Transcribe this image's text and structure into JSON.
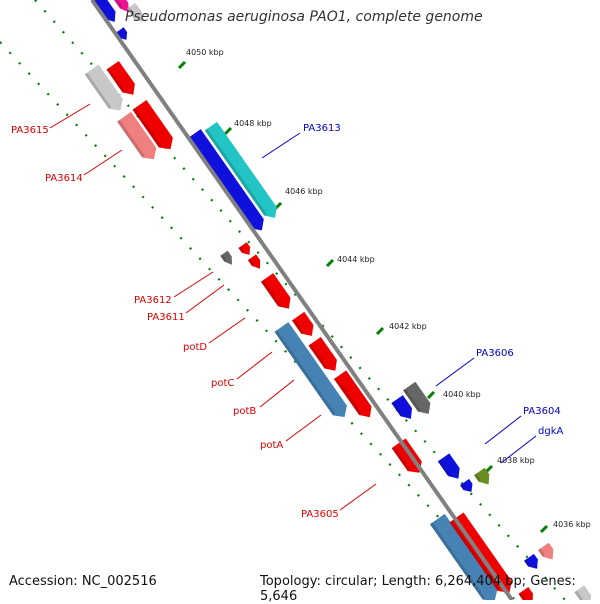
{
  "title": "Pseudomonas aeruginosa PAO1, complete genome",
  "accession_label": "Accession: NC_002516",
  "summary_label": "Topology: circular; Length: 6,264,404 bp; Genes: 5,646",
  "colors": {
    "backbone": "#808080",
    "tick": "#008000",
    "label_red": "#dd0000",
    "label_blue": "#0000cc",
    "gene_red": "#ee0000",
    "gene_blue": "#1010dd",
    "gene_steel": "#4682b4",
    "gene_cyan": "#22c4c4",
    "gene_gray": "#666666",
    "gene_lightgray": "#c8c8c8",
    "gene_pink": "#f08080",
    "gene_olive": "#6b8e23",
    "gene_magenta": "#ee1493"
  },
  "scale_labels": [
    "4050 kbp",
    "4048 kbp",
    "4046 kbp",
    "4044 kbp",
    "4042 kbp",
    "4040 kbp",
    "4038 kbp",
    "4036 kbp"
  ],
  "gene_labels": [
    {
      "text": "PA3615",
      "color": "red"
    },
    {
      "text": "PA3614",
      "color": "red"
    },
    {
      "text": "PA3613",
      "color": "blue"
    },
    {
      "text": "PA3612",
      "color": "red"
    },
    {
      "text": "PA3611",
      "color": "red"
    },
    {
      "text": "potD",
      "color": "red"
    },
    {
      "text": "potC",
      "color": "red"
    },
    {
      "text": "potB",
      "color": "red"
    },
    {
      "text": "potA",
      "color": "red"
    },
    {
      "text": "PA3606",
      "color": "blue"
    },
    {
      "text": "PA3605",
      "color": "red"
    },
    {
      "text": "PA3604",
      "color": "blue"
    },
    {
      "text": "dgkA",
      "color": "blue"
    }
  ]
}
